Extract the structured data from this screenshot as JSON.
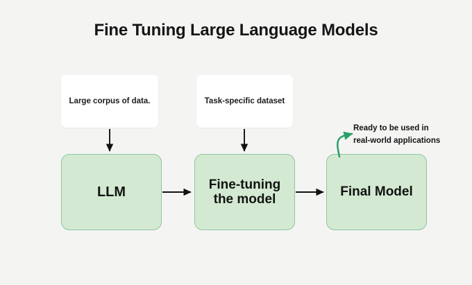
{
  "page": {
    "title": "Fine Tuning Large Language Models",
    "background_color": "#f4f4f3"
  },
  "colors": {
    "box_fill": "#d3e9d2",
    "box_border": "#8fc79c",
    "arrow_black": "#111111",
    "arrow_green": "#2b9e68",
    "card_fill": "#ffffff",
    "text": "#121212"
  },
  "inputs": [
    {
      "id": "large-corpus",
      "label": "Large corpus of data."
    },
    {
      "id": "task-specific",
      "label": "Task-specific dataset"
    }
  ],
  "stages": [
    {
      "id": "llm",
      "label": "LLM"
    },
    {
      "id": "fine-tuning",
      "label": "Fine-tuning\nthe model"
    },
    {
      "id": "final-model",
      "label": "Final Model"
    }
  ],
  "callout": {
    "text": "Ready to be used in\nreal-world applications"
  },
  "connectors": [
    {
      "id": "corpus-to-llm",
      "from": "large-corpus",
      "to": "llm",
      "direction": "down",
      "style": "solid-black"
    },
    {
      "id": "dataset-to-finetuning",
      "from": "task-specific",
      "to": "fine-tuning",
      "direction": "down",
      "style": "solid-black"
    },
    {
      "id": "llm-to-finetuning",
      "from": "llm",
      "to": "fine-tuning",
      "direction": "right",
      "style": "solid-black"
    },
    {
      "id": "finetuning-to-final",
      "from": "fine-tuning",
      "to": "final-model",
      "direction": "right",
      "style": "solid-black"
    },
    {
      "id": "final-to-callout",
      "from": "final-model",
      "to": "callout",
      "direction": "curve-up-right",
      "style": "curved-green"
    }
  ]
}
